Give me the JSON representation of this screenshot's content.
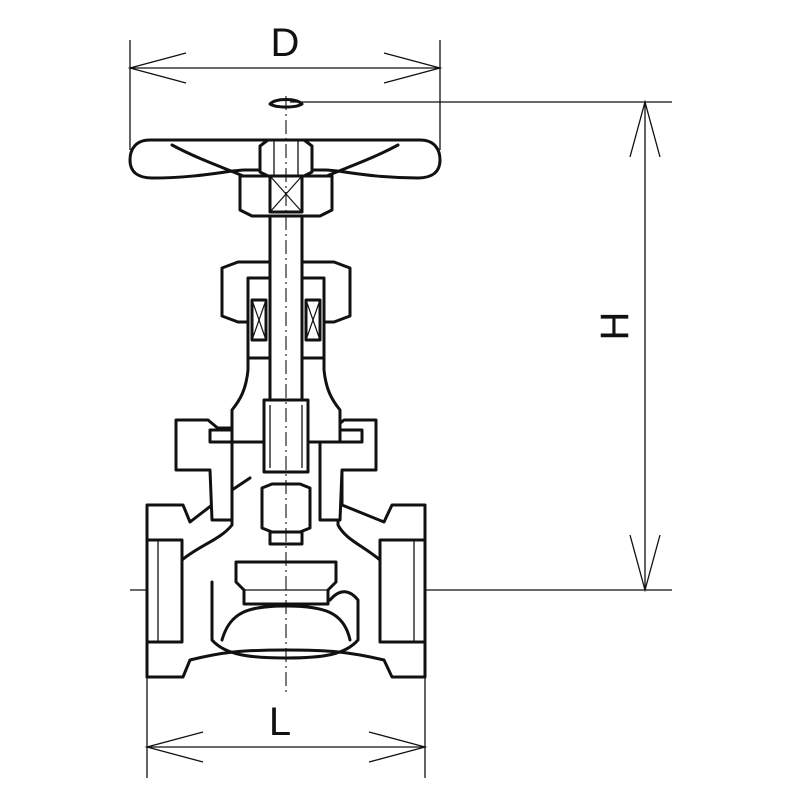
{
  "dimensions": {
    "handwheel_diameter_label": "D",
    "height_label": "H",
    "length_label": "L"
  }
}
